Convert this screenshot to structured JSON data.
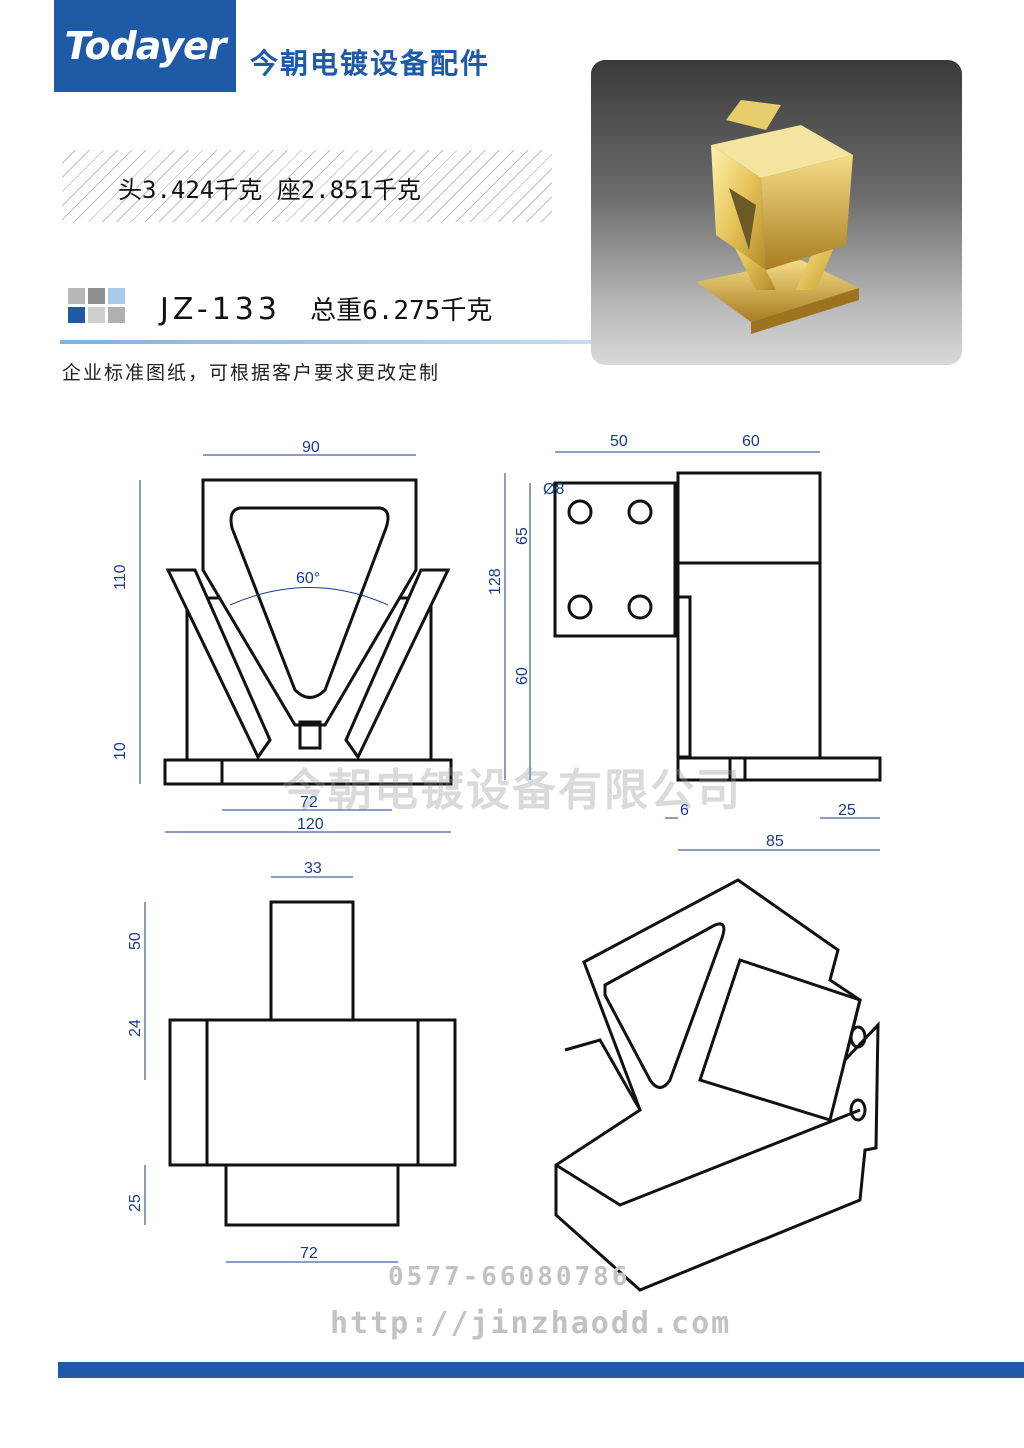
{
  "header": {
    "logo": "Todayer",
    "company": "今朝电镀设备配件"
  },
  "weights": "头3.424千克    座2.851千克",
  "model": {
    "code": "JZ-133",
    "total": "总重6.275千克"
  },
  "note": "企业标准图纸，可根据客户要求更改定制",
  "colors": {
    "brand_blue": "#1f5aa6",
    "dimension_blue": "#1a3a88",
    "gold": "#d8b84a"
  },
  "squares": [
    "#b7b7b7",
    "#8f8f8f",
    "#a9cbe8",
    "#1f5aa6",
    "#cfcfcf",
    "#b0b0b0"
  ],
  "dimensions": {
    "front": {
      "width_top": "90",
      "height": "110",
      "angle": "60°",
      "base_h": "10",
      "slot": "72",
      "base_w": "120"
    },
    "side": {
      "left_w": "50",
      "right_w": "60",
      "hole": "Ø8",
      "h65": "65",
      "h128": "128",
      "h60": "60",
      "d6": "6",
      "d25": "25",
      "d85": "85"
    },
    "top": {
      "w33": "33",
      "h50": "50",
      "h24": "24",
      "h25": "25",
      "w72": "72"
    }
  },
  "watermarks": {
    "company": "今朝电镀设备有限公司",
    "phone": "0577-66080786",
    "url": "http://jinzhaodd.com"
  }
}
